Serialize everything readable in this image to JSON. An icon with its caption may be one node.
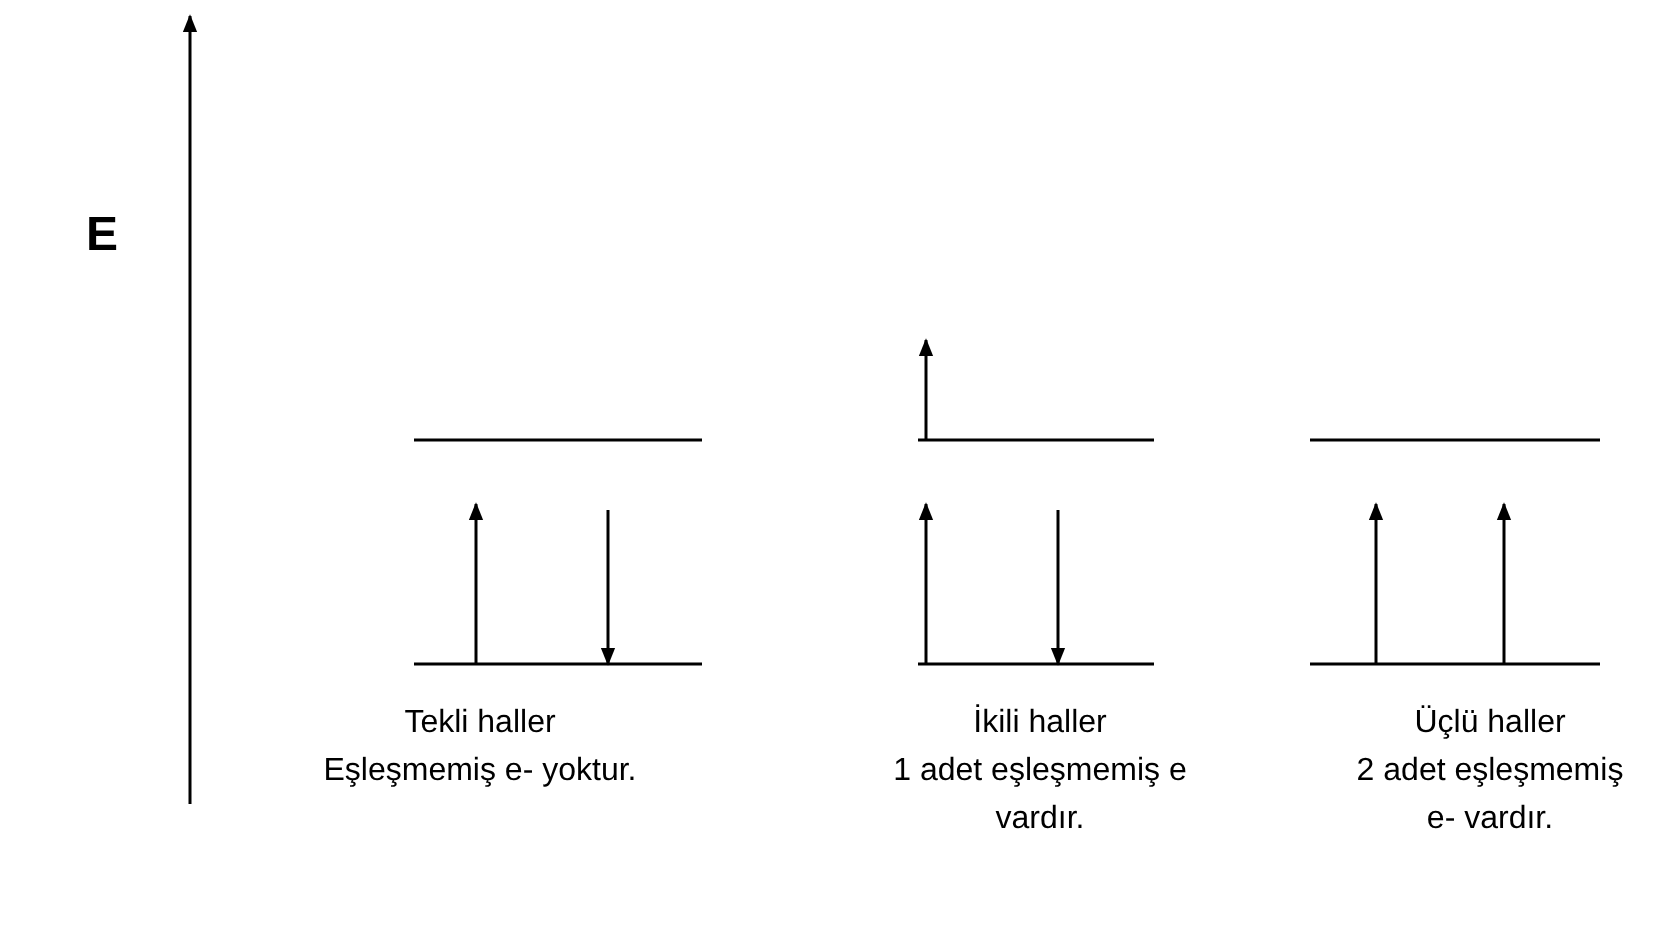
{
  "diagram": {
    "labels": [
      "E",
      "Tekli haller",
      "Eşleşmemiş e- yoktur.",
      "İkili haller",
      "1 adet eşleşmemiş e vardır.",
      "Üçlü haller",
      "2 adet eşleşmemiş e- vardır."
    ]
  }
}
